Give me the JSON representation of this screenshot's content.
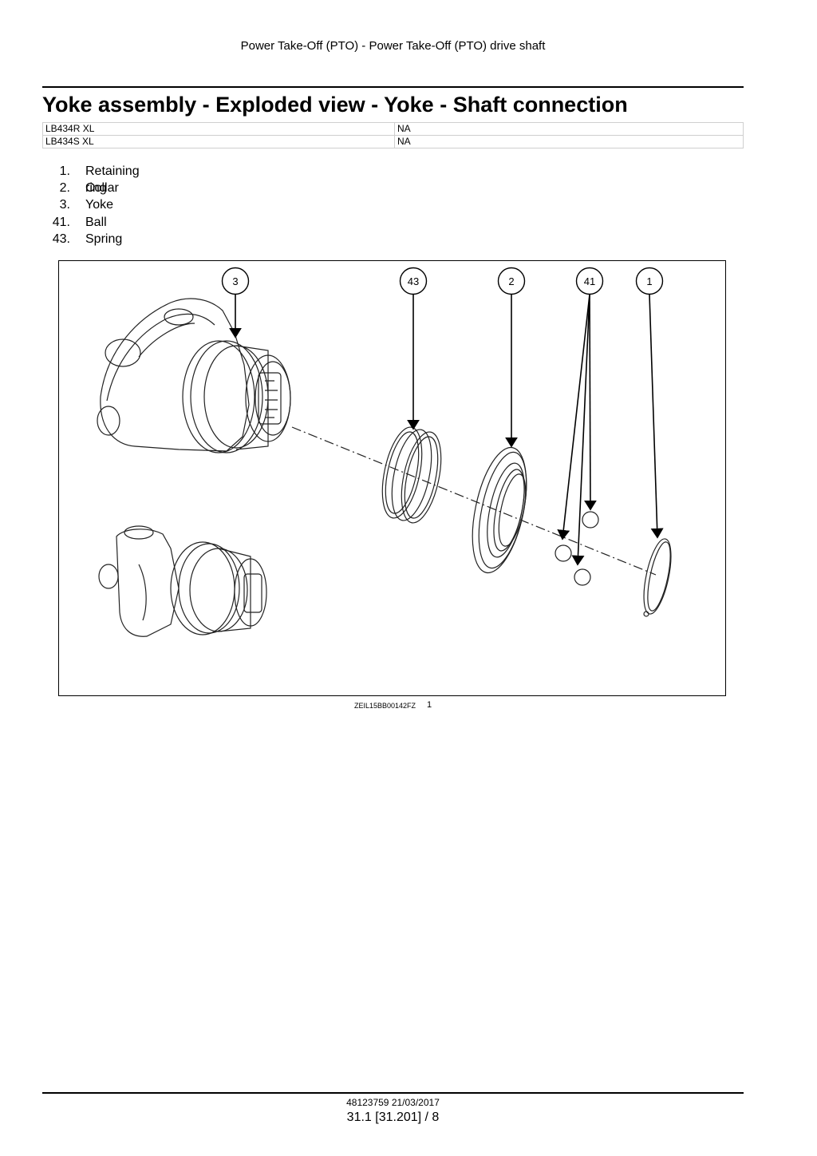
{
  "header": {
    "text": "Power Take-Off (PTO) - Power Take-Off (PTO) drive shaft"
  },
  "title": "Yoke assembly - Exploded view - Yoke - Shaft connection",
  "models": [
    {
      "model": "LB434R XL",
      "value": "NA"
    },
    {
      "model": "LB434S XL",
      "value": "NA"
    }
  ],
  "legend": [
    {
      "num": "1.",
      "label": "Retaining ring"
    },
    {
      "num": "2.",
      "label": "Collar"
    },
    {
      "num": "3.",
      "label": "Yoke"
    },
    {
      "num": "41.",
      "label": "Ball"
    },
    {
      "num": "43.",
      "label": "Spring"
    }
  ],
  "figure": {
    "callouts": [
      "3",
      "43",
      "2",
      "41",
      "1"
    ],
    "code": "ZEIL15BB00142FZ",
    "number": "1"
  },
  "footer": {
    "doc": "48123759 21/03/2017",
    "page": "31.1 [31.201] / 8"
  }
}
